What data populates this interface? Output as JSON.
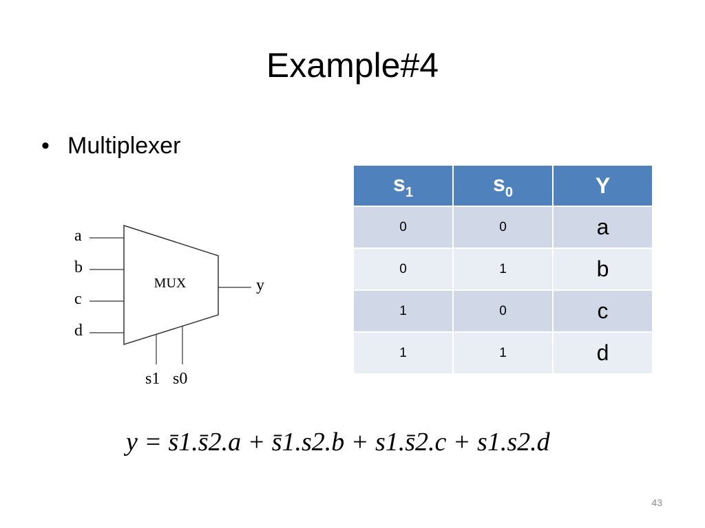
{
  "slide": {
    "title": "Example#4",
    "bullet": "Multiplexer",
    "page_number": "43"
  },
  "mux": {
    "block_label": "MUX",
    "inputs": [
      "a",
      "b",
      "c",
      "d"
    ],
    "output": "y",
    "selects": [
      "s1",
      "s0"
    ]
  },
  "truth_table": {
    "headers": [
      {
        "base": "s",
        "sub": "1"
      },
      {
        "base": "s",
        "sub": "0"
      },
      {
        "base": "Y",
        "sub": ""
      }
    ],
    "rows": [
      [
        "0",
        "0",
        "a"
      ],
      [
        "0",
        "1",
        "b"
      ],
      [
        "1",
        "0",
        "c"
      ],
      [
        "1",
        "1",
        "d"
      ]
    ]
  },
  "equation": "y = s̄1.s̄2.a + s̄1.s2.b + s1.s̄2.c + s1.s2.d"
}
